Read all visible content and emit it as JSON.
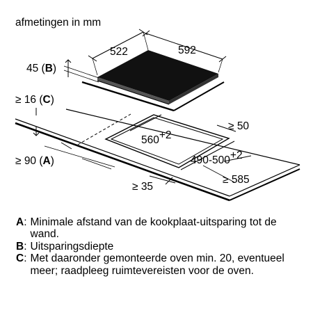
{
  "title": "afmetingen in mm",
  "hob": {
    "depth_dim": "522",
    "width_dim": "592"
  },
  "thickness": {
    "prefix": "45 (",
    "key": "B",
    "suffix": ")"
  },
  "clearance_below": {
    "prefix": "≥ 16 (",
    "key": "C",
    "suffix": ")"
  },
  "wall_clearance": {
    "prefix": "≥ 90 (",
    "key": "A",
    "suffix": ")"
  },
  "cutout": {
    "depth_value": "560",
    "depth_tolerance": "+2",
    "width_value": "490-500",
    "width_tolerance": "+2"
  },
  "worktop": {
    "side_clearance": "≥ 50",
    "front_clearance": "≥ 35",
    "min_depth": "≥ 585"
  },
  "legend": [
    {
      "key": "A",
      "text": "Minimale afstand van de kookplaat-uitsparing tot de wand."
    },
    {
      "key": "B",
      "text": "Uitsparingsdiepte"
    },
    {
      "key": "C",
      "text": "Met daaronder gemonteerde oven min. 20, eventueel meer; raadpleeg ruimtevereisten voor de oven."
    }
  ]
}
